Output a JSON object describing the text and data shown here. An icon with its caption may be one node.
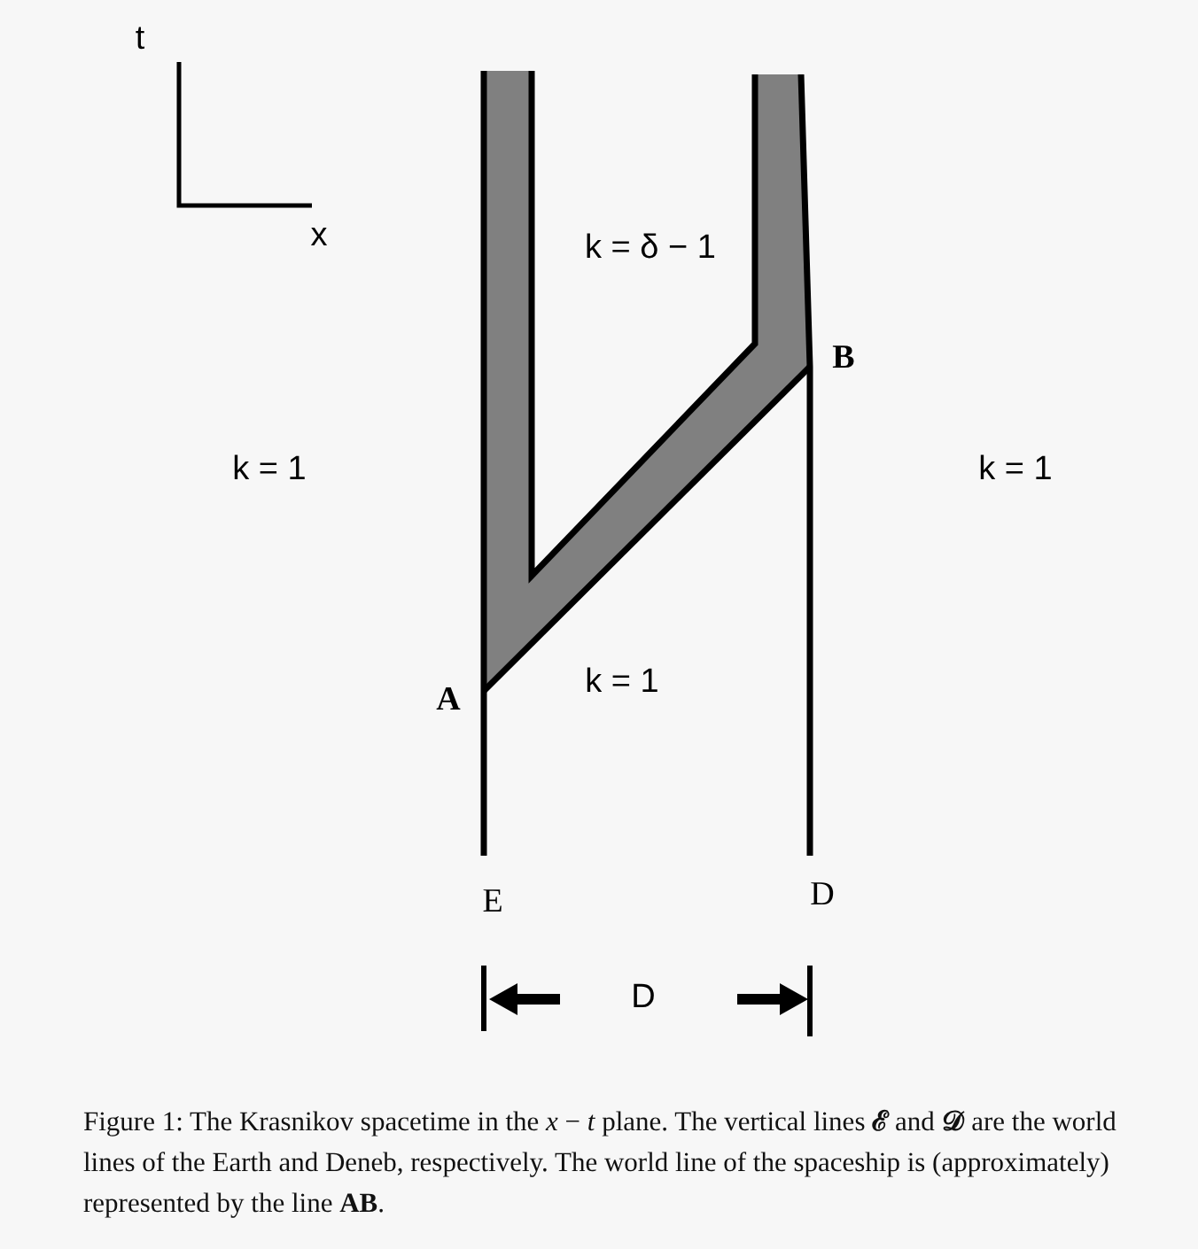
{
  "diagram": {
    "caption": "Figure 1: The Krasnikov spacetime in the *x* − *t* plane. The vertical lines **ℰ** and **𝒟** are the world lines of the Earth and Deneb, respectively. The world line of the spaceship is (approximately) represented by the line **AB**.",
    "labels": [
      "t",
      "x",
      "k = δ − 1",
      "B",
      "k = 1",
      "k = 1",
      "A",
      "k = 1",
      "E",
      "D",
      "D"
    ]
  }
}
